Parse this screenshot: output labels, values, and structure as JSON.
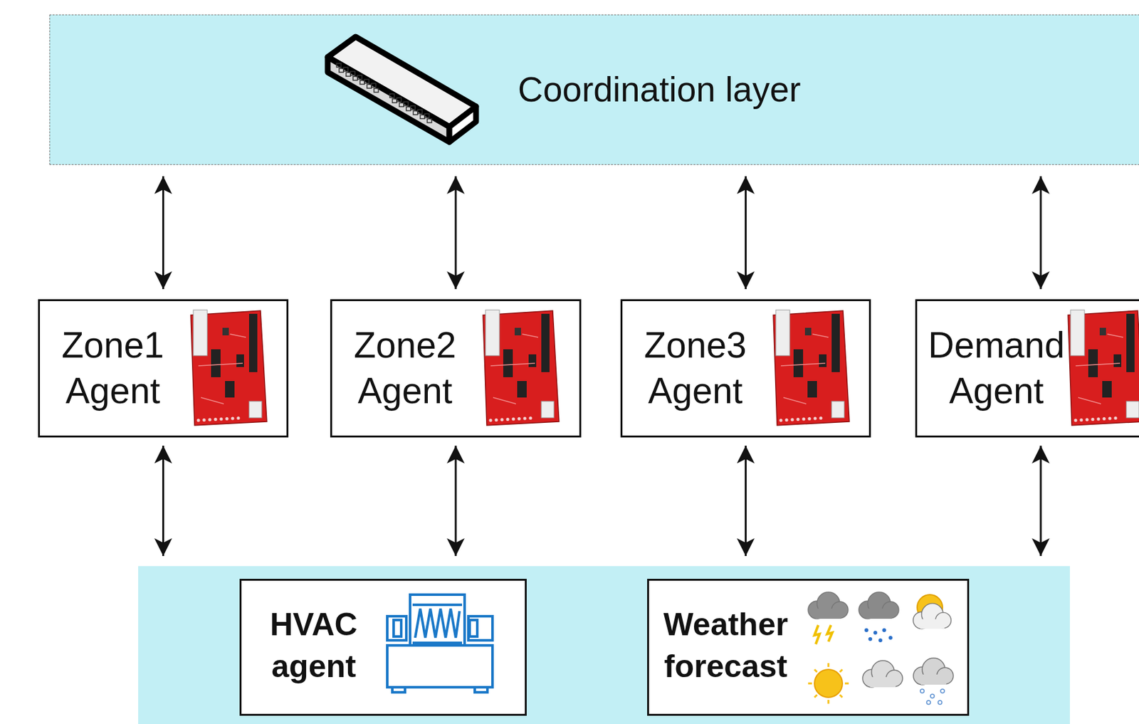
{
  "diagram": {
    "nodes": [
      {
        "text": [
          "Coordination layer"
        ]
      },
      {
        "text": [
          "Zone1 Agent"
        ]
      },
      {
        "text": [
          "Zone2 Agent"
        ]
      },
      {
        "text": [
          "Zone3 Agent"
        ]
      },
      {
        "text": [
          "Demand Agent"
        ]
      },
      {
        "text": [
          "HVAC agent"
        ]
      },
      {
        "text": [
          "Weather forecast"
        ]
      }
    ],
    "edges": [
      {
        "from": 1,
        "to": 0,
        "arrow": "both"
      },
      {
        "from": 2,
        "to": 0,
        "arrow": "both"
      },
      {
        "from": 3,
        "to": 0,
        "arrow": "both"
      },
      {
        "from": 4,
        "to": 0,
        "arrow": "both"
      },
      {
        "from": 1,
        "to": 5,
        "arrow": "both"
      },
      {
        "from": 2,
        "to": 5,
        "arrow": "both"
      },
      {
        "from": 3,
        "to": 6,
        "arrow": "both"
      },
      {
        "from": 4,
        "to": 6,
        "arrow": "both"
      }
    ]
  }
}
